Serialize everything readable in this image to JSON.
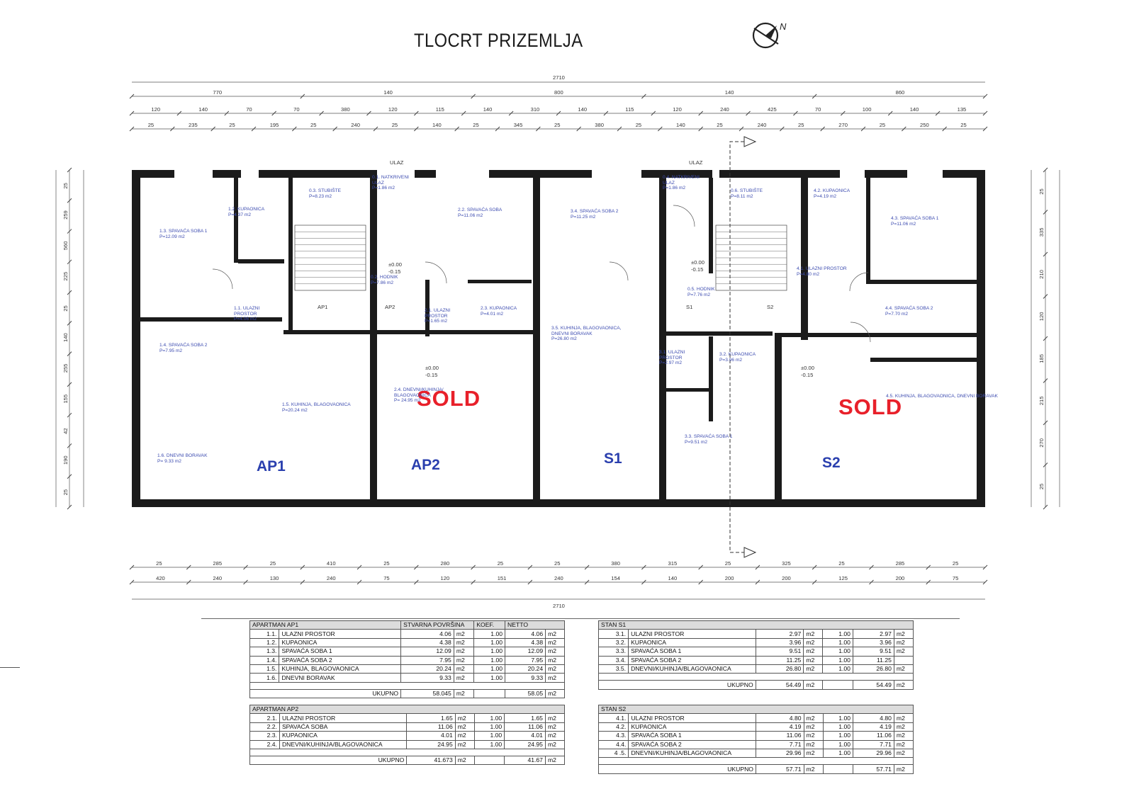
{
  "title": "TLOCRT PRIZEMLJA",
  "north_label": "N",
  "sold_label": "SOLD",
  "units": [
    "AP1",
    "AP2",
    "S1",
    "S2"
  ],
  "rooms": [
    {
      "id": "r11",
      "lines": [
        "1.1. ULAZNI",
        "PROSTOR",
        "P=4.06 m2"
      ]
    },
    {
      "id": "r12",
      "lines": [
        "1.2. KUPAONICA",
        "P=4.37 m2"
      ]
    },
    {
      "id": "r13",
      "lines": [
        "1.3. SPAVAĆA SOBA 1",
        "P=12.09 m2"
      ]
    },
    {
      "id": "r14",
      "lines": [
        "1.4. SPAVAĆA SOBA 2",
        "P=7.95 m2"
      ]
    },
    {
      "id": "r15",
      "lines": [
        "1.5. KUHINJA, BLAGOVAONICA",
        "P=20.24 m2"
      ]
    },
    {
      "id": "r16",
      "lines": [
        "1.6. DNEVNI BORAVAK",
        "P= 9.33 m2"
      ]
    },
    {
      "id": "r01",
      "lines": [
        "0.1. NATKRIVENI",
        "ULAZ",
        "P=1.86 m2"
      ]
    },
    {
      "id": "r02",
      "lines": [
        "0.2. HODNIK",
        "P=7.86 m2"
      ]
    },
    {
      "id": "r03",
      "lines": [
        "0.3. STUBIŠTE",
        "P=8.23 m2"
      ]
    },
    {
      "id": "r21",
      "lines": [
        "2.1. ULAZNI",
        "PROSTOR",
        "P=1.65 m2"
      ]
    },
    {
      "id": "r22",
      "lines": [
        "2.2. SPAVAĆA SOBA",
        "P=11.06 m2"
      ]
    },
    {
      "id": "r23",
      "lines": [
        "2.3. KUPAONICA",
        "P=4.01 m2"
      ]
    },
    {
      "id": "r24",
      "lines": [
        "2.4. DNEVNI/KUHINJA/",
        "BLAGOVAONICA",
        "P= 24.95 m2"
      ]
    },
    {
      "id": "r34",
      "lines": [
        "3.4. SPAVAĆA SOBA 2",
        "P=11.25 m2"
      ]
    },
    {
      "id": "r35",
      "lines": [
        "3.5. KUHINJA, BLAGOVAONICA,",
        "DNEVNI BORAVAK",
        "P=26.80 m2"
      ]
    },
    {
      "id": "r31",
      "lines": [
        "3.1. ULAZNI",
        "PROSTOR",
        "P=2.97 m2"
      ]
    },
    {
      "id": "r32",
      "lines": [
        "3.2. KUPAONICA",
        "P=3.96 m2"
      ]
    },
    {
      "id": "r33",
      "lines": [
        "3.3. SPAVAĆA SOBA 1",
        "P=9.51 m2"
      ]
    },
    {
      "id": "r04",
      "lines": [
        "0.4. NATKRIVENI",
        "ULAZ",
        "P=1.86 m2"
      ]
    },
    {
      "id": "r05",
      "lines": [
        "0.5. HODNIK",
        "P=7.76 m2"
      ]
    },
    {
      "id": "r06",
      "lines": [
        "0.6. STUBIŠTE",
        "P=8.11 m2"
      ]
    },
    {
      "id": "r41",
      "lines": [
        "4.1. ULAZNI PROSTOR",
        "P=4.80 m2"
      ]
    },
    {
      "id": "r42",
      "lines": [
        "4.2. KUPAONICA",
        "P=4.19 m2"
      ]
    },
    {
      "id": "r43",
      "lines": [
        "4.3. SPAVAĆA SOBA 1",
        "P=11.06 m2"
      ]
    },
    {
      "id": "r44",
      "lines": [
        "4.4. SPAVAĆA SOBA 2",
        "P=7.70 m2"
      ]
    },
    {
      "id": "r45",
      "lines": [
        "4.5. KUHINJA, BLAGOVAONICA, DNEVNI BORAVAK"
      ]
    }
  ],
  "labels": {
    "ulaz": "ULAZ",
    "total_width": "2710",
    "level_a": "±0.00",
    "level_b": "-0.15",
    "ap1_tag": "AP1",
    "ap2_tag": "AP2",
    "s1_tag": "S1",
    "s2_tag": "S2"
  },
  "dims": {
    "row1": [
      "770",
      "140",
      "800",
      "140",
      "860"
    ],
    "row2": [
      "120",
      "140",
      "70",
      "70",
      "380",
      "120",
      "115",
      "140",
      "310",
      "140",
      "115",
      "120",
      "240",
      "425",
      "70",
      "100",
      "140",
      "135"
    ],
    "row3": [
      "25",
      "235",
      "25",
      "195",
      "25",
      "240",
      "25",
      "140",
      "25",
      "345",
      "25",
      "380",
      "25",
      "140",
      "25",
      "240",
      "25",
      "270",
      "25",
      "250",
      "25"
    ],
    "bot1": [
      "25",
      "285",
      "25",
      "410",
      "25",
      "280",
      "25",
      "25",
      "380",
      "315",
      "25",
      "325",
      "25",
      "285",
      "25"
    ],
    "bot2": [
      "420",
      "240",
      "130",
      "240",
      "75",
      "120",
      "151",
      "240",
      "154",
      "140",
      "200",
      "200",
      "125",
      "200",
      "75"
    ],
    "left": [
      "25",
      "259",
      "560",
      "225",
      "25",
      "140",
      "255",
      "155",
      "42",
      "190",
      "25"
    ],
    "right": [
      "25",
      "335",
      "210",
      "120",
      "185",
      "215",
      "270",
      "25"
    ]
  },
  "tables": {
    "ap1": {
      "header": [
        "APARTMAN AP1",
        "STVARNA POVRŠINA",
        "KOEF.",
        "NETTO"
      ],
      "rows": [
        [
          "1.1.",
          "ULAZNI PROSTOR",
          "4.06",
          "m2",
          "1.00",
          "4.06",
          "m2"
        ],
        [
          "1.2.",
          "KUPAONICA",
          "4.38",
          "m2",
          "1.00",
          "4.38",
          "m2"
        ],
        [
          "1.3.",
          "SPAVAĆA SOBA 1",
          "12.09",
          "m2",
          "1.00",
          "12.09",
          "m2"
        ],
        [
          "1.4.",
          "SPAVAĆA SOBA 2",
          "7.95",
          "m2",
          "1.00",
          "7.95",
          "m2"
        ],
        [
          "1.5.",
          "KUHINJA, BLAGOVAONICA",
          "20.24",
          "m2",
          "1.00",
          "20.24",
          "m2"
        ],
        [
          "1.6.",
          "DNEVNI BORAVAK",
          "9.33",
          "m2",
          "1.00",
          "9.33",
          "m2"
        ]
      ],
      "total": [
        "UKUPNO",
        "58.045",
        "m2",
        "58.05",
        "m2"
      ]
    },
    "ap2": {
      "header": [
        "APARTMAN AP2"
      ],
      "rows": [
        [
          "2.1.",
          "ULAZNI PROSTOR",
          "1.65",
          "m2",
          "1.00",
          "1.65",
          "m2"
        ],
        [
          "2.2.",
          "SPAVAĆA SOBA",
          "11.06",
          "m2",
          "1.00",
          "11.06",
          "m2"
        ],
        [
          "2.3.",
          "KUPAONICA",
          "4.01",
          "m2",
          "1.00",
          "4.01",
          "m2"
        ],
        [
          "2.4.",
          "DNEVNI/KUHINJA/BLAGOVAONICA",
          "24.95",
          "m2",
          "1.00",
          "24.95",
          "m2"
        ]
      ],
      "total": [
        "UKUPNO",
        "41.673",
        "m2",
        "41.67",
        "m2"
      ]
    },
    "s1": {
      "header": [
        "STAN S1"
      ],
      "rows": [
        [
          "3.1.",
          "ULAZNI PROSTOR",
          "2.97",
          "m2",
          "1.00",
          "2.97",
          "m2"
        ],
        [
          "3.2.",
          "KUPAONICA",
          "3.96",
          "m2",
          "1.00",
          "3.96",
          "m2"
        ],
        [
          "3.3.",
          "SPAVAĆA SOBA 1",
          "9.51",
          "m2",
          "1.00",
          "9.51",
          "m2"
        ],
        [
          "3.4.",
          "SPAVAĆA SOBA 2",
          "11.25",
          "m2",
          "1.00",
          "11.25",
          ""
        ],
        [
          "3.5.",
          "DNEVNI/KUHINJA/BLAGOVAONICA",
          "26.80",
          "m2",
          "1.00",
          "26.80",
          "m2"
        ]
      ],
      "total": [
        "UKUPNO",
        "54.49",
        "m2",
        "54.49",
        "m2"
      ]
    },
    "s2": {
      "header": [
        "STAN S2"
      ],
      "rows": [
        [
          "4.1.",
          "ULAZNI PROSTOR",
          "4.80",
          "m2",
          "1.00",
          "4.80",
          "m2"
        ],
        [
          "4.2.",
          "KUPAONICA",
          "4.19",
          "m2",
          "1.00",
          "4.19",
          "m2"
        ],
        [
          "4.3.",
          "SPAVAĆA SOBA 1",
          "11.06",
          "m2",
          "1.00",
          "11.06",
          "m2"
        ],
        [
          "4.4.",
          "SPAVAĆA SOBA 2",
          "7.71",
          "m2",
          "1.00",
          "7.71",
          "m2"
        ],
        [
          "4 .5.",
          "DNEVNI/KUHINJA/BLAGOVAONICA",
          "29.96",
          "m2",
          "1.00",
          "29.96",
          "m2"
        ]
      ],
      "total": [
        "UKUPNO",
        "57.71",
        "m2",
        "57.71",
        "m2"
      ]
    }
  },
  "colors": {
    "sold": "#e8202a",
    "unit": "#2a3fae",
    "room": "#3d4cb0",
    "wall": "#1b1b1b",
    "table_header": "#dcdcdc"
  }
}
